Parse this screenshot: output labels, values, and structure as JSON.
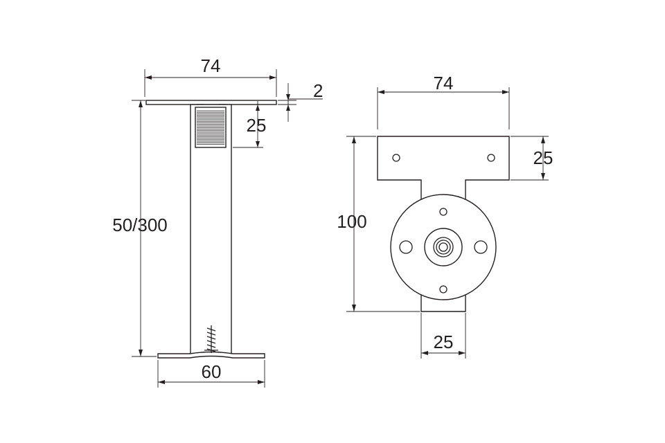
{
  "drawing": {
    "side_view": {
      "top_plate_width": "74",
      "top_plate_thickness": "2",
      "thread_length": "25",
      "height": "50/300",
      "base_width": "60"
    },
    "top_view": {
      "plate_width": "74",
      "plate_depth": "25",
      "total_height": "100",
      "stem_width": "25"
    }
  }
}
